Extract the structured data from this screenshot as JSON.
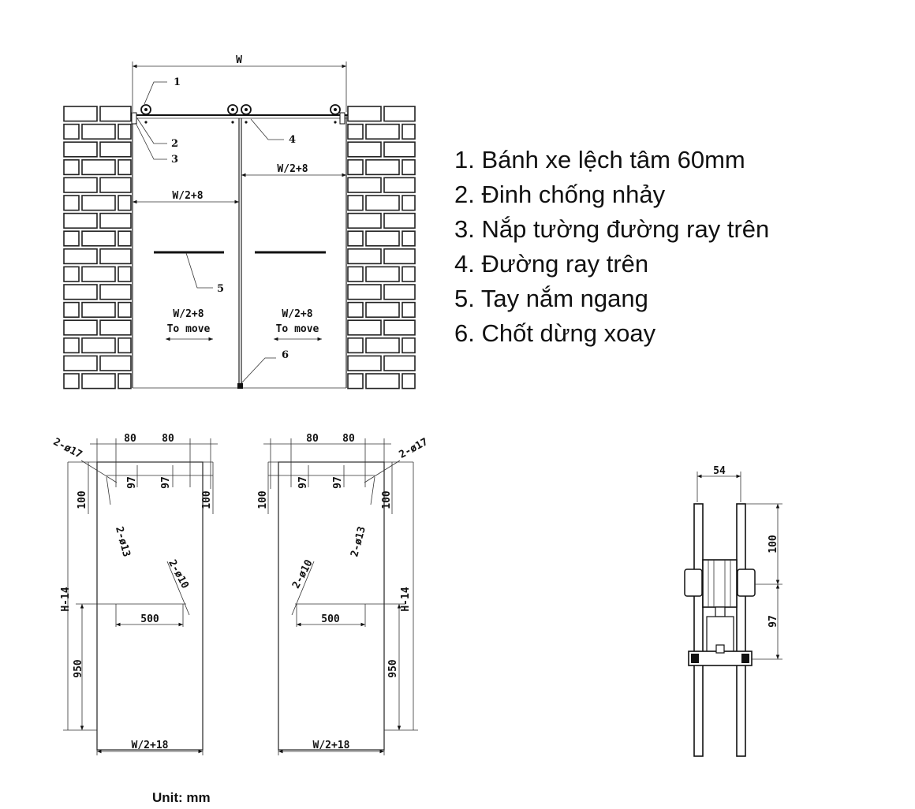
{
  "front_view": {
    "width_label": "W",
    "half_width_label": "W/2+8",
    "move_label_value": "W/2+8",
    "move_label_text": "To move",
    "callouts": [
      "1",
      "2",
      "3",
      "4",
      "5",
      "6"
    ]
  },
  "legend": {
    "items": [
      "1. Bánh xe lệch tâm 60mm",
      "2. Đinh chống nhảy",
      "3. Nắp tường đường ray trên",
      "4. Đường ray trên",
      "5. Tay nắm ngang",
      "6. Chốt dừng xoay"
    ]
  },
  "panel_left": {
    "dim_80a": "80",
    "dim_80b": "80",
    "hole_top_label": "2-ø17",
    "hole_mid_label": "2-ø13",
    "hole_handle_label": "2-ø10",
    "dim_97a": "97",
    "dim_97b": "97",
    "dim_100a": "100",
    "dim_100b": "100",
    "height_label": "H-14",
    "dim_500": "500",
    "dim_950": "950",
    "width_label": "W/2+18"
  },
  "panel_right": {
    "dim_80a": "80",
    "dim_80b": "80",
    "hole_top_label": "2-ø17",
    "hole_mid_label": "2-ø13",
    "hole_handle_label": "2-ø10",
    "dim_97a": "97",
    "dim_97b": "97",
    "dim_100a": "100",
    "dim_100b": "100",
    "height_label": "H-14",
    "dim_500": "500",
    "dim_950": "950",
    "width_label": "W/2+18"
  },
  "side_view": {
    "width_label": "54",
    "dim_100": "100",
    "dim_97": "97"
  },
  "unit_label": "Unit: mm"
}
